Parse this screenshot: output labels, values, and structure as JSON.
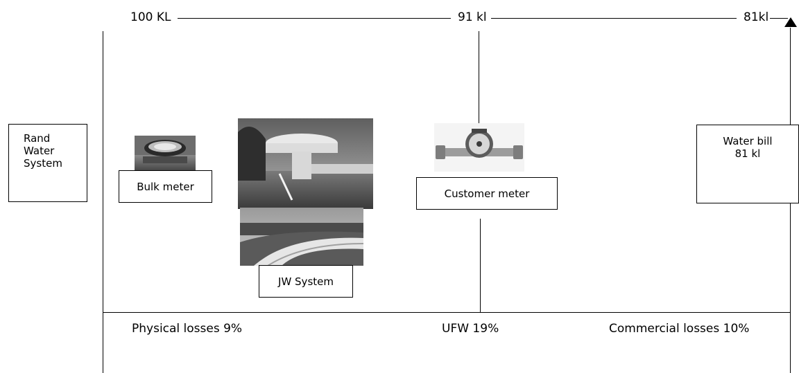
{
  "top_scale": {
    "left_label": "100 KL",
    "mid_label": "91 kl",
    "right_label": "81kl"
  },
  "boxes": {
    "rand_water": [
      "Rand",
      "Water",
      "System"
    ],
    "bulk_meter": "Bulk meter",
    "jw_system": "JW System",
    "customer_meter": "Customer meter",
    "water_bill": [
      "Water bill",
      "81 kl"
    ]
  },
  "bottom_labels": {
    "physical_losses": "Physical losses 9%",
    "ufw": "UFW 19%",
    "commercial_losses": "Commercial losses 10%"
  },
  "icons": {
    "bulk_meter_photo": "bulk-water-meter-photo",
    "reservoir_photo": "water-tower-reservoir-photo",
    "pipeline_photo": "pipeline-photo",
    "customer_meter_photo": "customer-water-meter-photo",
    "arrow": "arrow-up-icon"
  }
}
